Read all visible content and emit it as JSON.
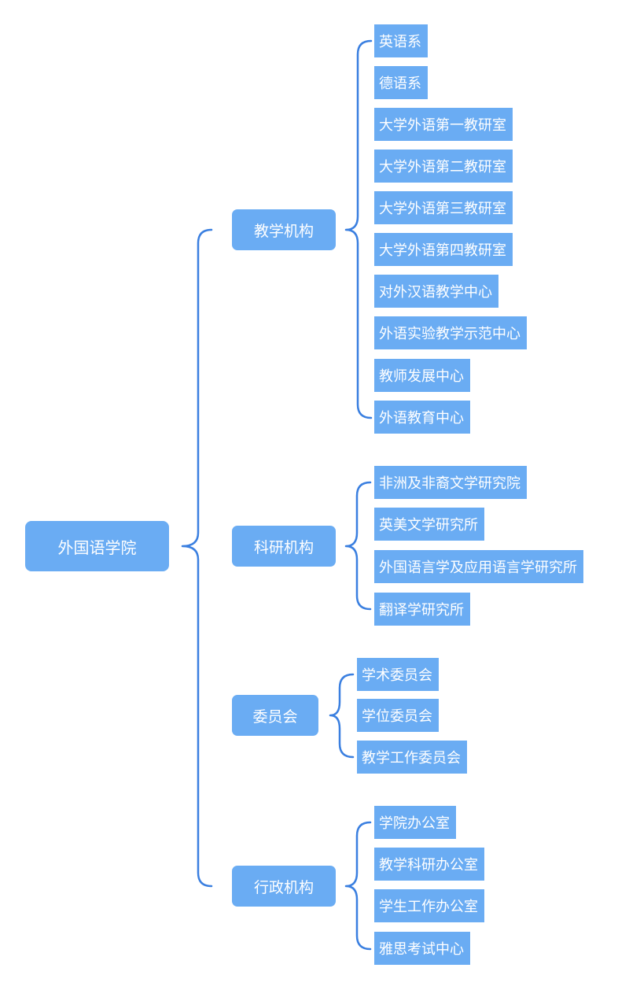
{
  "root": "外国语学院",
  "branches": [
    {
      "label": "教学机构",
      "children": [
        "英语系",
        "德语系",
        "大学外语第一教研室",
        "大学外语第二教研室",
        "大学外语第三教研室",
        "大学外语第四教研室",
        "对外汉语教学中心",
        "外语实验教学示范中心",
        "教师发展中心",
        "外语教育中心"
      ]
    },
    {
      "label": "科研机构",
      "children": [
        "非洲及非裔文学研究院",
        "英美文学研究所",
        "外国语言学及应用语言学研究所",
        "翻译学研究所"
      ]
    },
    {
      "label": "委员会",
      "children": [
        "学术委员会",
        "学位委员会",
        "教学工作委员会"
      ]
    },
    {
      "label": "行政机构",
      "children": [
        "学院办公室",
        "教学科研办公室",
        "学生工作办公室",
        "雅思考试中心"
      ]
    }
  ],
  "colors": {
    "node": "#6aacf3",
    "line": "#3a7fe0",
    "text": "#ffffff"
  }
}
